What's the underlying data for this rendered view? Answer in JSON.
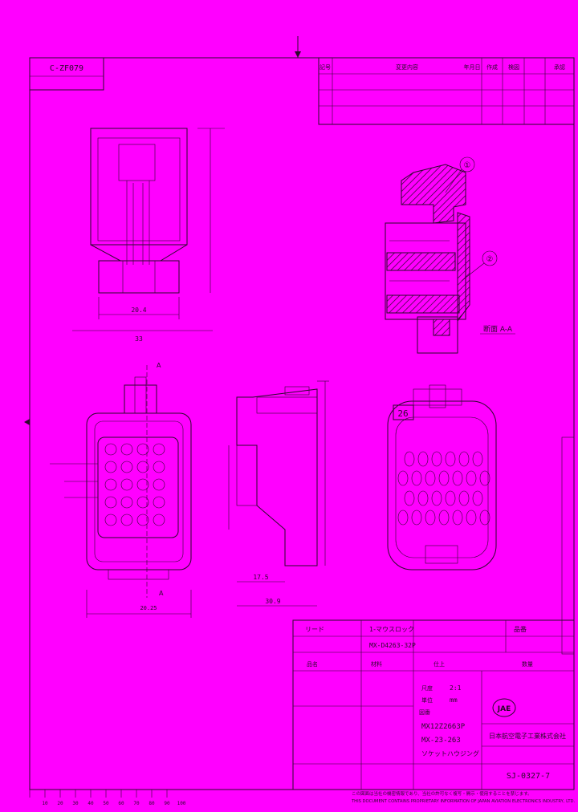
{
  "corner": {
    "number": "C-ZF079",
    "note": ""
  },
  "revision_header": {
    "col1": "記号",
    "col2": "変更内容",
    "col3": "年月日",
    "col4": "作成",
    "col5": "検図",
    "col6": "承認"
  },
  "dims": {
    "top_width": "20.4",
    "top_total": "33",
    "front_height": "",
    "pitch_a": "A",
    "bottom_dim": "20.25",
    "side_a": "17.5",
    "side_b": "30.9",
    "cavity_count": "26",
    "section": "断面 A-A",
    "callout_1": "①",
    "callout_2": "②"
  },
  "title_block": {
    "row1_label": "リード",
    "row1_part": "1-マウスロック",
    "row1_type": "品番",
    "row2_part": "MX-D4263-32P",
    "row3_heads": [
      "品名",
      "材料",
      "仕上",
      "数量"
    ],
    "drawing_no_label": "図番",
    "drawing_no": "MX12Z2663P",
    "part_no_2": "MX-23-263",
    "product_name": "ソケットハウジング",
    "company_jp": "日本航空電子工業株式会社",
    "company_en": "JAE",
    "sheet_no": "SJ-0327-7",
    "scale_label": "尺度",
    "scale_value": "2:1",
    "unit_label": "単位",
    "unit_value": "mm"
  },
  "footer": {
    "ruler_ticks": [
      "10",
      "20",
      "30",
      "40",
      "50",
      "60",
      "70",
      "80",
      "90",
      "100"
    ],
    "note_1": "この図面は当社の機密情報であり、当社の許可なく複写・開示・使用することを禁じます。",
    "note_2": "THIS DOCUMENT CONTAINS PROPRIETARY INFORMATION OF JAPAN AVIATION ELECTRONICS INDUSTRY, LTD."
  }
}
